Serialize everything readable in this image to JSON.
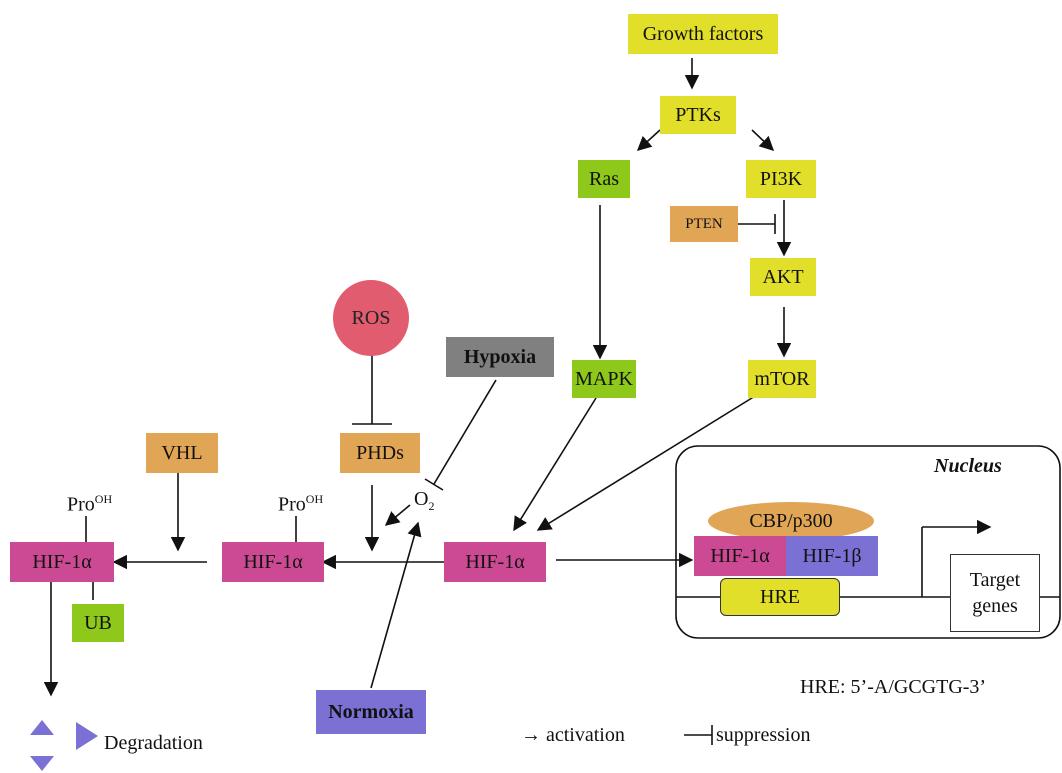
{
  "nodes": {
    "growth_factors": "Growth factors",
    "ptks": "PTKs",
    "ras": "Ras",
    "pi3k": "PI3K",
    "pten": "PTEN",
    "akt": "AKT",
    "mapk": "MAPK",
    "mtor": "mTOR",
    "ros": "ROS",
    "hypoxia": "Hypoxia",
    "phds": "PHDs",
    "vhl": "VHL",
    "o2_base": "O",
    "o2_sub": "2",
    "hif1a_left": "HIF-1α",
    "hif1a_mid": "HIF-1α",
    "hif1a_center": "HIF-1α",
    "ub": "UB",
    "normoxia": "Normoxia",
    "pro_base_left": "Pro",
    "pro_sup_left": "OH",
    "pro_base_mid": "Pro",
    "pro_sup_mid": "OH",
    "degradation": "Degradation"
  },
  "nucleus": {
    "title": "Nucleus",
    "cbp": "CBP/p300",
    "hif1a": "HIF-1α",
    "hif1b": "HIF-1β",
    "hre": "HRE",
    "target_line1": "Target",
    "target_line2": "genes"
  },
  "hre_sequence": "HRE: 5’-A/GCGTG-3’",
  "legend": {
    "activation": "→ activation",
    "suppression": "suppression"
  },
  "colors": {
    "yellow": "#e2df2a",
    "green": "#8ec81a",
    "orange": "#e1a556",
    "magenta": "#cc4a93",
    "purple": "#7b70d3",
    "gray": "#808080",
    "ros_red": "#e15c6e"
  }
}
